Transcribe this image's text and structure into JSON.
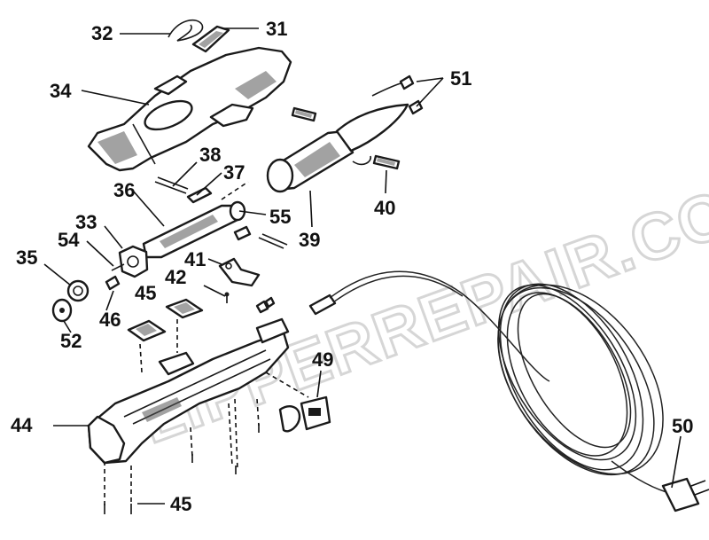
{
  "watermark": "CLIPPERREPAIR.COM",
  "labels": [
    {
      "id": "32",
      "text": "32"
    },
    {
      "id": "31",
      "text": "31"
    },
    {
      "id": "34",
      "text": "34"
    },
    {
      "id": "51",
      "text": "51"
    },
    {
      "id": "38",
      "text": "38"
    },
    {
      "id": "37",
      "text": "37"
    },
    {
      "id": "36",
      "text": "36"
    },
    {
      "id": "55",
      "text": "55"
    },
    {
      "id": "39",
      "text": "39"
    },
    {
      "id": "40",
      "text": "40"
    },
    {
      "id": "33",
      "text": "33"
    },
    {
      "id": "54",
      "text": "54"
    },
    {
      "id": "35",
      "text": "35"
    },
    {
      "id": "41",
      "text": "41"
    },
    {
      "id": "42",
      "text": "42"
    },
    {
      "id": "45a",
      "text": "45"
    },
    {
      "id": "46",
      "text": "46"
    },
    {
      "id": "52",
      "text": "52"
    },
    {
      "id": "49",
      "text": "49"
    },
    {
      "id": "44",
      "text": "44"
    },
    {
      "id": "50",
      "text": "50"
    },
    {
      "id": "45b",
      "text": "45"
    }
  ]
}
